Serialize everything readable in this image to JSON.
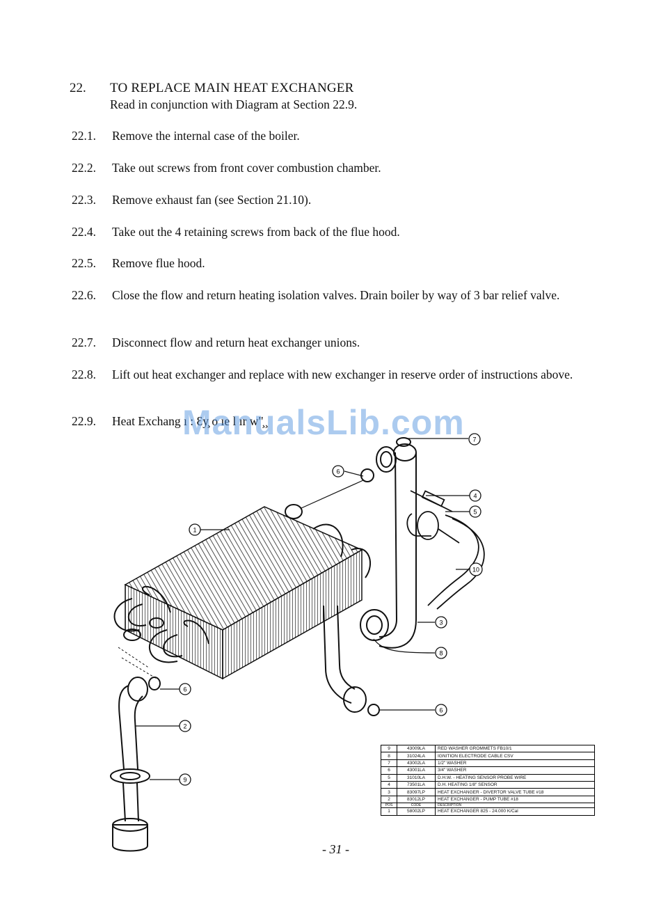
{
  "section": {
    "number": "22.",
    "title": "TO REPLACE MAIN HEAT EXCHANGER",
    "subtitle": "Read in conjunction with Diagram at Section 22.9."
  },
  "steps": [
    {
      "num": "22.1.",
      "text": "Remove the internal case of the boiler."
    },
    {
      "num": "22.2.",
      "text": "Take out screws from front cover combustion chamber."
    },
    {
      "num": "22.3.",
      "text": "Remove exhaust fan (see Section 21.10)."
    },
    {
      "num": "22.4.",
      "text": "Take out the 4 retaining screws from back of the flue hood."
    },
    {
      "num": "22.5.",
      "text": "Remove flue hood."
    },
    {
      "num": "22.6.",
      "text": "Close the flow and return heating isolation valves.  Drain boiler by way of 3 bar relief valve."
    },
    {
      "num": "22.7.",
      "text": "Disconnect flow and return heat exchanger unions."
    },
    {
      "num": "22.8.",
      "text": "Lift out heat exchanger and replace with new exchanger in reserve order of instructions above."
    },
    {
      "num": "22.9.",
      "text": "Heat Exchang ı : Ɛy̧ o ıe l  ır w\"̧ ̧"
    }
  ],
  "watermark": "ManualsLib.com",
  "callouts": [
    "7",
    "6",
    "4",
    "5",
    "1",
    "10",
    "3",
    "8",
    "6",
    "2",
    "6",
    "9"
  ],
  "parts_table": {
    "rows": [
      [
        "9",
        "43009LA",
        "RED WASHER GROMMETS FB10/1"
      ],
      [
        "8",
        "31024LA",
        "IGNITION ELECTRODE CABLE CSV"
      ],
      [
        "7",
        "43002LA",
        "1/2\" WASHER"
      ],
      [
        "6",
        "43001LA",
        "3/4\" WASHER"
      ],
      [
        "5",
        "31010LA",
        "D.H.W. - HEATING SENSOR PROBE WIRE"
      ],
      [
        "4",
        "73501LA",
        "D.H. HEATING 1/8\" SENSOR"
      ],
      [
        "3",
        "83097LP",
        "HEAT EXCHANGER - DIVERTOR VALVE TUBE #18"
      ],
      [
        "2",
        "83012LP",
        "HEAT EXCHANGER - PUMP TUBE #18"
      ],
      [
        "POS",
        "CODE",
        "DESCRIPTION"
      ],
      [
        "1",
        "58002LP",
        "HEAT EXCHANGER 825 - 24.000 K/Cal"
      ]
    ]
  },
  "page_number": "- 31 -"
}
